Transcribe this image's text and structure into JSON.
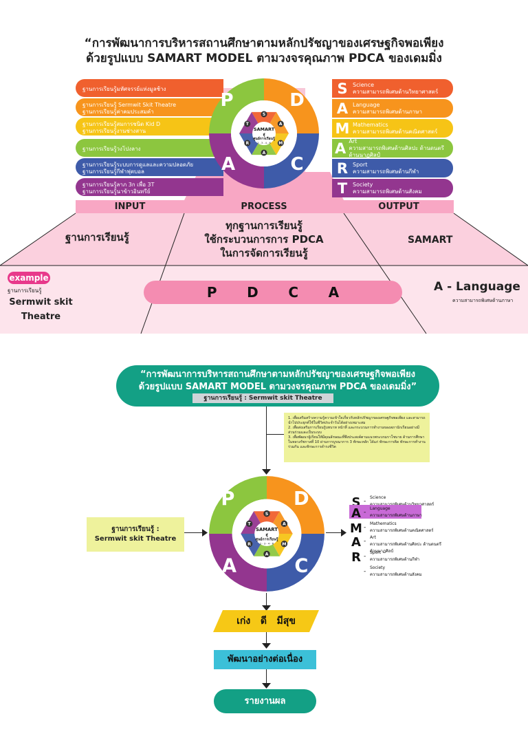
{
  "top": {
    "title_line1": "“การพัฒนาการบริหารสถานศึกษาตามหลักปรัชญาของเศรษฐกิจพอเพียง",
    "title_line2": "ด้วยรูปแบบ SAMART MODEL ตามวงจรคุณภาพ PDCA ของเดมมิ่ง",
    "input_bars": [
      {
        "line1": "ฐานการเรียนรู้มหัศจรรย์แห่งมูลช้าง",
        "line2": "",
        "color": "#f0602e"
      },
      {
        "line1": "ฐานการเรียนรู้ Sermwit Skit Theatre",
        "line2": "ฐานการเรียนรู้ค่าคมประสมคำ",
        "color": "#f7941d"
      },
      {
        "line1": "ฐานการเรียนรู้สมการชนิด Kid D",
        "line2": "ฐานการเรียนรู้งานช่างสาน",
        "color": "#f6c416"
      },
      {
        "line1": "ฐานการเรียนรู้วงโปงลาง",
        "line2": "",
        "color": "#8cc63f"
      },
      {
        "line1": "ฐานการเรียนรู้ระบบการดูแลและความปลอดภัย",
        "line2": "ฐานการเรียนรู้กีฬาฟุตบอล",
        "color": "#3e5ba9"
      },
      {
        "line1": "ฐานการเรียนรู้ลาภ 3ก เพื่อ 3T",
        "line2": "ฐานการเรียนรู้นาข้าวอินทรีย์",
        "color": "#93368f"
      }
    ],
    "output_bars": [
      {
        "letter": "S",
        "name": "Science",
        "desc": "ความสามารถพิเศษด้านวิทยาศาสตร์",
        "color": "#f0602e"
      },
      {
        "letter": "A",
        "name": "Language",
        "desc": "ความสามารถพิเศษด้านภาษา",
        "color": "#f7941d"
      },
      {
        "letter": "M",
        "name": "Mathematics",
        "desc": "ความสามารถพิเศษด้านคณิตศาสตร์",
        "color": "#f6c416"
      },
      {
        "letter": "A",
        "name": "Art",
        "desc": "ความสามารถพิเศษด้านศิลปะ ด้านดนตรี ด้านนาฏศิลป์",
        "color": "#8cc63f"
      },
      {
        "letter": "R",
        "name": "Sport",
        "desc": "ความสามารถพิเศษด้านกีฬา",
        "color": "#3e5ba9"
      },
      {
        "letter": "T",
        "name": "Society",
        "desc": "ความสามารถพิเศษด้านสังคม",
        "color": "#93368f"
      }
    ],
    "headers": {
      "input": "INPUT",
      "process": "PROCESS",
      "output": "OUTPUT"
    },
    "mid_input": "ฐานการเรียนรู้",
    "mid_process_line1": "ทุกฐานการเรียนรู้",
    "mid_process_line2": "ใช้กระบวนการการ PDCA",
    "mid_process_line3": "ในการจัดการเรียนรู้",
    "mid_output": "SAMART",
    "example_badge": "example",
    "example_label": "ฐานการเรียนรู้",
    "example_value_line1": "Sermwit skit",
    "example_value_line2": "Theatre",
    "pdca_bar": [
      "P",
      "D",
      "C",
      "A"
    ],
    "output_example_title": "A - Language",
    "output_example_desc": "ความสามารถพิเศษด้านภาษา"
  },
  "wheel": {
    "letters": [
      "P",
      "D",
      "C",
      "A"
    ],
    "center_line1": "SAMART",
    "center_line2": "สู่",
    "center_line3": "ศูนย์การเรียนรู้",
    "center_line4": "2 - 3 - 4 - 6",
    "hex_letters": [
      "S",
      "A",
      "M",
      "A",
      "R",
      "T"
    ],
    "colors": {
      "p": "#8cc63f",
      "d": "#f7941d",
      "c": "#3e5ba9",
      "a": "#93368f"
    }
  },
  "flow": {
    "title_line1": "“การพัฒนาการบริหารสถานศึกษาตามหลักปรัชญาของเศรษฐกิจพอเพียง",
    "title_line2": "ด้วยรูปแบบ SAMART MODEL ตามวงจรคุณภาพ PDCA ของเดมมิ่ง”",
    "subtitle": "ฐานการเรียนรู้ : Sermwit skit Theatre",
    "objectives": [
      "1. เพื่อเสริมสร้างความรู้ความเข้าใจเกี่ยวกับหลักปรัชญาของเศรษฐกิจพอเพียง และสามารถนำไปประยุกต์ใช้ในชีวิตประจำวันได้อย่างเหมาะสม",
      "2. เพื่อส่งเสริมการเรียนรู้บทบาท หน้าที่ และกระบวนการทำงานของสภานักเรียนอย่างมีส่วนร่วมและเป็นระบบ",
      "3. เพื่อพัฒนาผู้เรียนให้มีคุณลักษณะที่พึงประสงค์ตามแนวพระบรมราโชบาย ด้านการศึกษาในหลวงรัชกาลที่ 10 ผ่านการบูรณาการ 3 ทักษะหลัก ได้แก่ ทักษะการคิด ทักษะการทำงานร่วมกัน และทักษะการดำรงชีวิต"
    ],
    "left_box_line1": "ฐานการเรียนรู้ :",
    "left_box_line2": "Sermwit skit Theatre",
    "outputs": [
      {
        "letter": "S",
        "name": "Science",
        "desc": "ความสามารถพิเศษด้านวิทยาศาสตร์"
      },
      {
        "letter": "A",
        "name": "Language",
        "desc": "ความสามารถพิเศษด้านภาษา"
      },
      {
        "letter": "M",
        "name": "Mathematics",
        "desc": "ความสามารถพิเศษด้านคณิตศาสตร์"
      },
      {
        "letter": "A",
        "name": "Art",
        "desc": "ความสามารถพิเศษด้านศิลปะ ด้านดนตรี ด้านนาฏศิลป์"
      },
      {
        "letter": "R",
        "name": "Sport",
        "desc": "ความสามารถพิเศษด้านกีฬา"
      },
      {
        "letter": "",
        "name": "Society",
        "desc": "ความสามารถพิเศษด้านสังคม"
      }
    ],
    "step1": "เก่ง   ดี   มีสุข",
    "step2": "พัฒนาอย่างต่อเนื่อง",
    "step3": "รายงานผล",
    "highlight_color": "#c86ad6"
  }
}
